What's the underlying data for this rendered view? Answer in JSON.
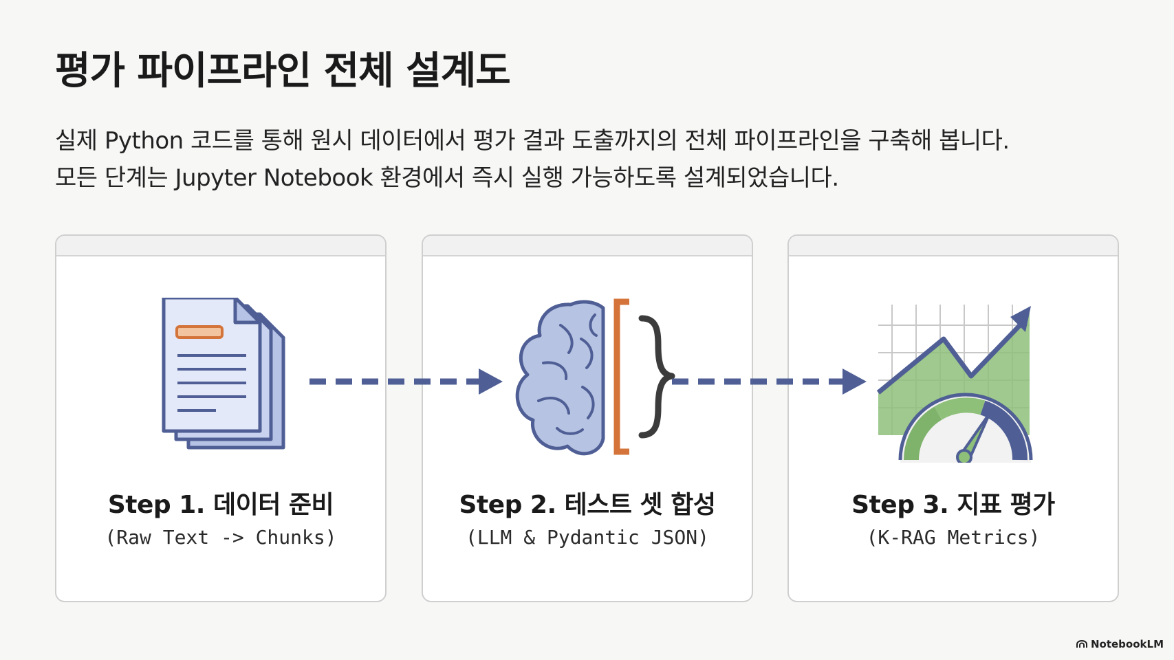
{
  "title": "평가 파이프라인 전체 설계도",
  "description": [
    "실제 Python 코드를 통해 원시 데이터에서 평가 결과 도출까지의 전체 파이프라인을 구축해 봅니다.",
    "모든 단계는 Jupyter Notebook 환경에서 즉시 실행 가능하도록 설계되었습니다."
  ],
  "steps": [
    {
      "title": "Step 1. 데이터 준비",
      "subtitle": "(Raw Text -> Chunks)",
      "icon": "document-stack-icon"
    },
    {
      "title": "Step 2. 테스트 셋 합성",
      "subtitle": "(LLM & Pydantic JSON)",
      "icon": "brain-json-icon"
    },
    {
      "title": "Step 3. 지표 평가",
      "subtitle": "(K-RAG Metrics)",
      "icon": "gauge-chart-icon"
    }
  ],
  "connectors": [
    "dashed-arrow-icon",
    "dashed-arrow-icon"
  ],
  "brand": "NotebookLM",
  "colors": {
    "blue": "#4f5f95",
    "light_blue": "#dfe6f6",
    "orange": "#d4743a",
    "green": "#7fb36c",
    "gray": "#cfcfcf"
  }
}
